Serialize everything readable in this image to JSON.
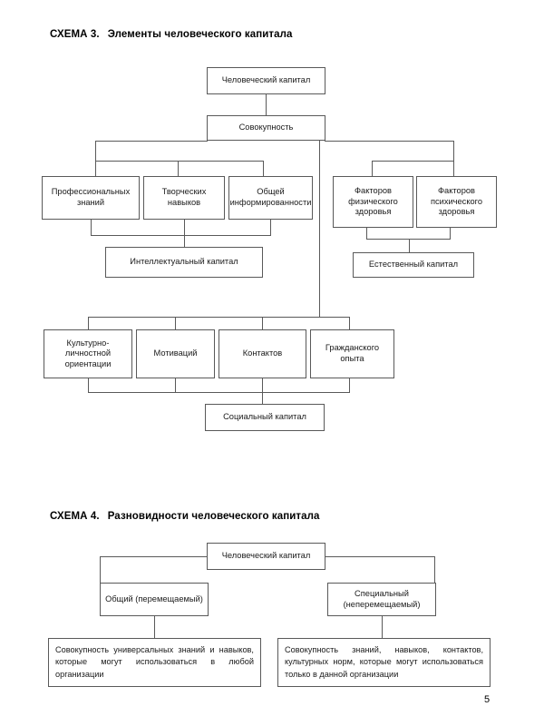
{
  "page": {
    "number": "5"
  },
  "schema3": {
    "label": "СХЕМА 3.",
    "title": "Элементы человеческого капитала",
    "root": "Человеческий капитал",
    "hub": "Совокупность",
    "intellectual_components": [
      "Профессиональных знаний",
      "Творческих навыков",
      "Общей информированности"
    ],
    "natural_components": [
      "Факторов физического здоровья",
      "Факторов психического здоровья"
    ],
    "social_components": [
      "Культурно-личностной ориентации",
      "Мотиваций",
      "Контактов",
      "Гражданского опыта"
    ],
    "intellectual_capital": "Интеллектуальный капитал",
    "natural_capital": "Естественный капитал",
    "social_capital": "Социальный капитал"
  },
  "schema4": {
    "label": "СХЕМА 4.",
    "title": "Разновидности человеческого капитала",
    "root": "Человеческий капитал",
    "general": "Общий (перемещаемый)",
    "special": "Специальный (неперемещаемый)",
    "general_desc": "Совокупность универсальных знаний и навыков, которые могут использоваться в любой организации",
    "special_desc": "Совокупность знаний, навыков, контактов, культурных норм, которые могут использоваться только в данной организации"
  }
}
